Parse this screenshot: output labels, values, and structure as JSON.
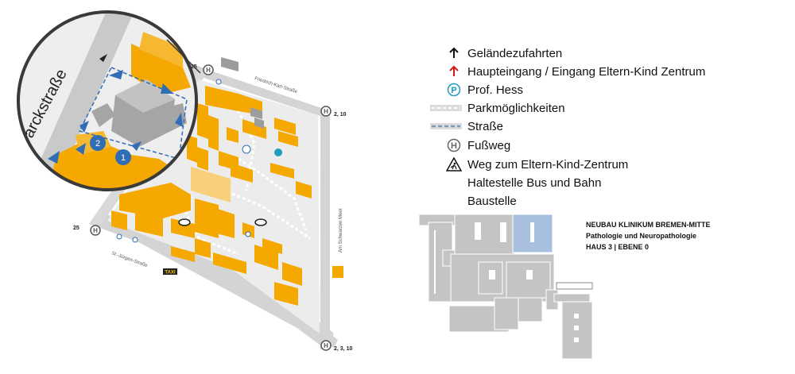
{
  "map": {
    "zoom_street": "arckstraße",
    "streets": {
      "north": "Friedrich-Karl-Straße",
      "south": "St.-Jürgen-Straße",
      "east": "Am Schwarzen Meer"
    },
    "stop_lines": {
      "northwest": "25",
      "east": "2, 10",
      "west": "25",
      "southeast": "2, 3, 10"
    },
    "taxi": "TAXI",
    "markers": [
      "1",
      "2"
    ],
    "colors": {
      "building": "#f5a800",
      "road": "#c9c9c9",
      "gray_building": "#9c9c9c",
      "marker": "#2f6db5",
      "arrow": "#2f6db5"
    }
  },
  "legend": {
    "items": [
      {
        "icon": "arrow-up-black-icon",
        "label": "Geländezufahrten"
      },
      {
        "icon": "arrow-up-red-icon",
        "label": "Haupteingang / Eingang Eltern-Kind Zentrum"
      },
      {
        "icon": "parking-p-icon",
        "label": "Prof. Hess"
      },
      {
        "icon": "parking-dash-icon",
        "label": "Parkmöglichkeiten"
      },
      {
        "icon": "street-dash-icon",
        "label": "Straße"
      },
      {
        "icon": "stop-h-icon",
        "label": "Fußweg"
      },
      {
        "icon": "construction-sign-icon",
        "label": "Weg zum Eltern-Kind-Zentrum"
      },
      {
        "icon": "",
        "label": "Haltestelle Bus und Bahn"
      },
      {
        "icon": "",
        "label": "Baustelle"
      }
    ]
  },
  "building_info": {
    "line1": "NEUBAU KLINIKUM BREMEN-MITTE",
    "line2": "Pathologie und Neuropathologie",
    "line3": "HAUS 3 | EBENE 0"
  },
  "floorplan": {
    "colors": {
      "block": "#c4c4c4",
      "highlight": "#a9bfe0"
    }
  }
}
